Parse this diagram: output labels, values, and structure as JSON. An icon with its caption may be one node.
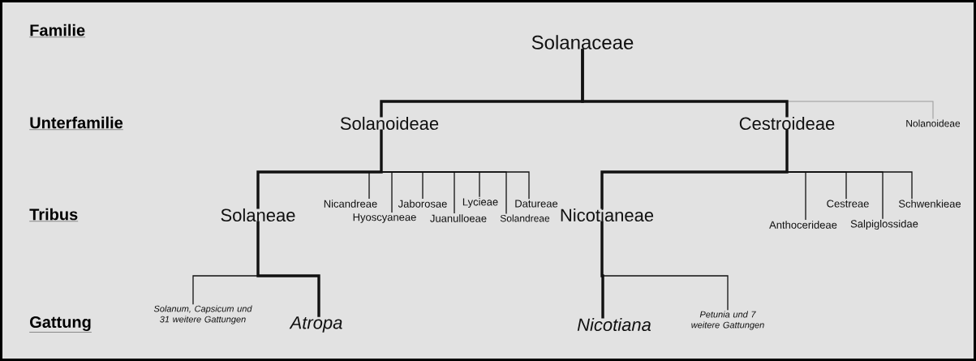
{
  "diagram": {
    "nodes": [
      {
        "text": [
          "Solanaceae"
        ]
      },
      {
        "text": [
          "Solanoideae"
        ]
      },
      {
        "text": [
          "Cestroideae"
        ]
      },
      {
        "text": [
          "Nolanoideae"
        ]
      },
      {
        "text": [
          "Solaneae"
        ]
      },
      {
        "text": [
          "Nicandreae"
        ]
      },
      {
        "text": [
          "Hyoscyaneae"
        ]
      },
      {
        "text": [
          "Jaborosae"
        ]
      },
      {
        "text": [
          "Juanulloeae"
        ]
      },
      {
        "text": [
          "Lycieae"
        ]
      },
      {
        "text": [
          "Solandreae"
        ]
      },
      {
        "text": [
          "Datureae"
        ]
      },
      {
        "text": [
          "Nicotianeae"
        ]
      },
      {
        "text": [
          "Anthocerideae"
        ]
      },
      {
        "text": [
          "Cestreae"
        ]
      },
      {
        "text": [
          "Salpiglossidae"
        ]
      },
      {
        "text": [
          "Schwenkieae"
        ]
      },
      {
        "text": [
          "Solanum, Capsicum und 31 weitere Gattungen"
        ]
      },
      {
        "text": [
          "Atropa"
        ]
      },
      {
        "text": [
          "Nicotiana"
        ]
      },
      {
        "text": [
          "Petunia und 7 weitere Gattungen"
        ]
      }
    ],
    "edges": [
      {
        "from": 0,
        "to": 1,
        "arrow": "none",
        "style": "thick"
      },
      {
        "from": 0,
        "to": 2,
        "arrow": "none",
        "style": "thick"
      },
      {
        "from": 0,
        "to": 3,
        "arrow": "none",
        "color": "#999999"
      },
      {
        "from": 1,
        "to": 4,
        "arrow": "none",
        "style": "thick"
      },
      {
        "from": 1,
        "to": 5,
        "arrow": "none"
      },
      {
        "from": 1,
        "to": 6,
        "arrow": "none"
      },
      {
        "from": 1,
        "to": 7,
        "arrow": "none"
      },
      {
        "from": 1,
        "to": 8,
        "arrow": "none"
      },
      {
        "from": 1,
        "to": 9,
        "arrow": "none"
      },
      {
        "from": 1,
        "to": 10,
        "arrow": "none"
      },
      {
        "from": 1,
        "to": 11,
        "arrow": "none"
      },
      {
        "from": 2,
        "to": 12,
        "arrow": "none",
        "style": "thick"
      },
      {
        "from": 2,
        "to": 13,
        "arrow": "none"
      },
      {
        "from": 2,
        "to": 14,
        "arrow": "none"
      },
      {
        "from": 2,
        "to": 15,
        "arrow": "none"
      },
      {
        "from": 2,
        "to": 16,
        "arrow": "none"
      },
      {
        "from": 4,
        "to": 17,
        "arrow": "none"
      },
      {
        "from": 4,
        "to": 18,
        "arrow": "none",
        "style": "thick"
      },
      {
        "from": 12,
        "to": 19,
        "arrow": "none",
        "style": "thick"
      },
      {
        "from": 12,
        "to": 20,
        "arrow": "none"
      }
    ],
    "labels": [
      "Familie",
      "Unterfamilie",
      "Tribus",
      "Gattung"
    ]
  }
}
